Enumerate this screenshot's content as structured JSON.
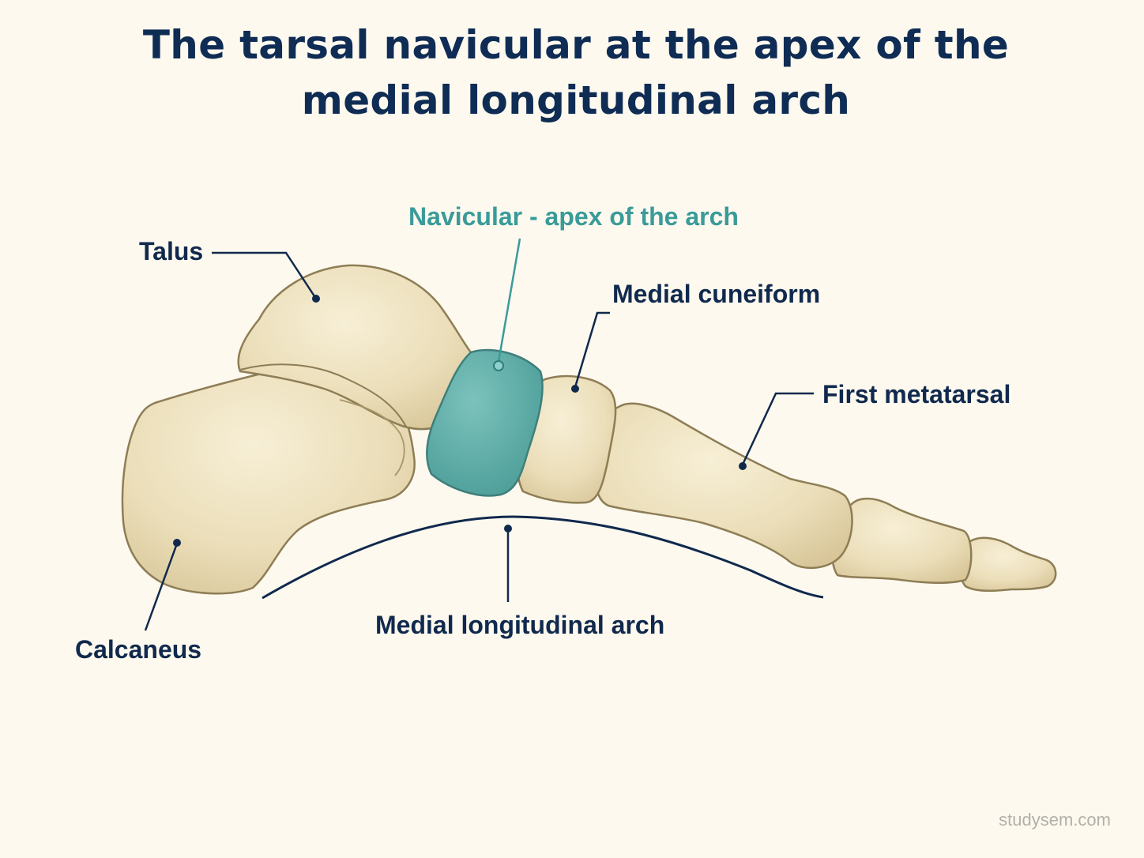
{
  "title": {
    "line1": "The tarsal navicular at the apex of the",
    "line2": "medial longitudinal arch"
  },
  "labels": {
    "talus": "Talus",
    "navicular": "Navicular - apex of the arch",
    "medial_cuneiform": "Medial cuneiform",
    "first_metatarsal": "First metatarsal",
    "arch": "Medial longitudinal arch",
    "calcaneus": "Calcaneus"
  },
  "watermark": "studysem.com",
  "colors": {
    "bone": "#ece0bf",
    "navicular": "#5fb0ab",
    "label": "#10294d",
    "highlight_label": "#3a9b99",
    "background": "#fdf9ef"
  }
}
